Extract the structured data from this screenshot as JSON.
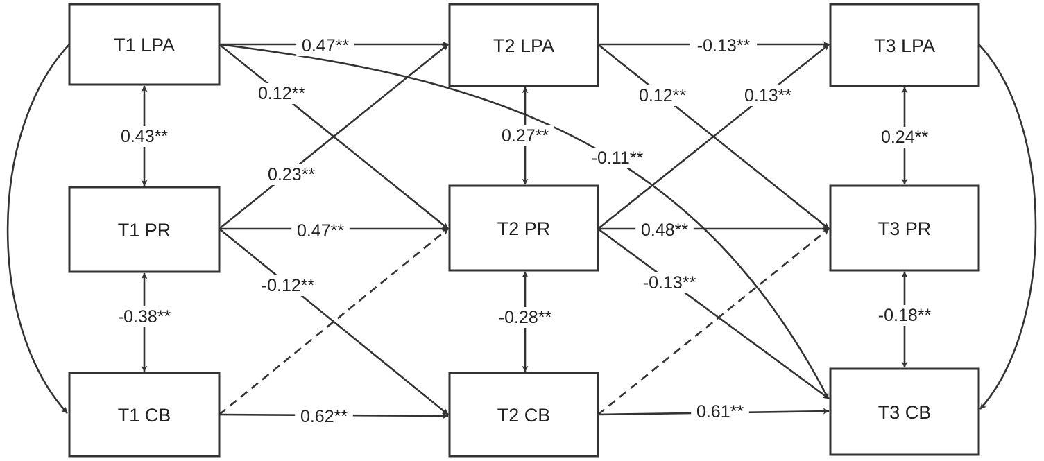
{
  "colors": {
    "stroke": "#333333",
    "text": "#222222",
    "background": "#ffffff"
  },
  "nodes": [
    {
      "id": "t1lpa",
      "label": "T1 LPA"
    },
    {
      "id": "t1pr",
      "label": "T1 PR"
    },
    {
      "id": "t1cb",
      "label": "T1 CB"
    },
    {
      "id": "t2lpa",
      "label": "T2 LPA"
    },
    {
      "id": "t2pr",
      "label": "T2 PR"
    },
    {
      "id": "t2cb",
      "label": "T2 CB"
    },
    {
      "id": "t3lpa",
      "label": "T3 LPA"
    },
    {
      "id": "t3pr",
      "label": "T3 PR"
    },
    {
      "id": "t3cb",
      "label": "T3 CB"
    }
  ],
  "edges": [
    {
      "id": "t1lpa-t2lpa",
      "from": "t1lpa",
      "to": "t2lpa",
      "label": "0.47**",
      "style": "solid"
    },
    {
      "id": "t1lpa-t2pr",
      "from": "t1lpa",
      "to": "t2pr",
      "label": "0.12**",
      "style": "solid"
    },
    {
      "id": "t1lpa-t3cb",
      "from": "t1lpa",
      "to": "t3cb",
      "label": "-0.11**",
      "style": "solid"
    },
    {
      "id": "t1lpa-t1cb",
      "from": "t1lpa",
      "to": "t1cb",
      "label": "",
      "style": "solid"
    },
    {
      "id": "t1lpa-t1pr",
      "from": "t1lpa",
      "to": "t1pr",
      "label": "0.43**",
      "style": "solid",
      "bidirectional": true
    },
    {
      "id": "t1pr-t1cb",
      "from": "t1pr",
      "to": "t1cb",
      "label": "-0.38**",
      "style": "solid",
      "bidirectional": true
    },
    {
      "id": "t1pr-t2lpa",
      "from": "t1pr",
      "to": "t2lpa",
      "label": "0.23**",
      "style": "solid"
    },
    {
      "id": "t1pr-t2pr",
      "from": "t1pr",
      "to": "t2pr",
      "label": "0.47**",
      "style": "solid"
    },
    {
      "id": "t1pr-t2cb",
      "from": "t1pr",
      "to": "t2cb",
      "label": "-0.12**",
      "style": "solid"
    },
    {
      "id": "t1cb-t2pr",
      "from": "t1cb",
      "to": "t2pr",
      "label": "",
      "style": "dashed"
    },
    {
      "id": "t1cb-t2cb",
      "from": "t1cb",
      "to": "t2cb",
      "label": "0.62**",
      "style": "solid"
    },
    {
      "id": "t2lpa-t2pr",
      "from": "t2lpa",
      "to": "t2pr",
      "label": "0.27**",
      "style": "solid",
      "bidirectional": true
    },
    {
      "id": "t2pr-t2cb",
      "from": "t2pr",
      "to": "t2cb",
      "label": "-0.28**",
      "style": "solid",
      "bidirectional": true
    },
    {
      "id": "t2lpa-t3lpa",
      "from": "t2lpa",
      "to": "t3lpa",
      "label": "-0.13**",
      "style": "solid"
    },
    {
      "id": "t2lpa-t3pr",
      "from": "t2lpa",
      "to": "t3pr",
      "label": "0.12**",
      "style": "solid"
    },
    {
      "id": "t2pr-t3lpa",
      "from": "t2pr",
      "to": "t3lpa",
      "label": "0.13**",
      "style": "solid"
    },
    {
      "id": "t2pr-t3pr",
      "from": "t2pr",
      "to": "t3pr",
      "label": "0.48**",
      "style": "solid"
    },
    {
      "id": "t2pr-t3cb",
      "from": "t2pr",
      "to": "t3cb",
      "label": "-0.13**",
      "style": "solid"
    },
    {
      "id": "t2cb-t3pr",
      "from": "t2cb",
      "to": "t3pr",
      "label": "",
      "style": "dashed"
    },
    {
      "id": "t2cb-t3cb",
      "from": "t2cb",
      "to": "t3cb",
      "label": "0.61**",
      "style": "solid"
    },
    {
      "id": "t3lpa-t3pr",
      "from": "t3lpa",
      "to": "t3pr",
      "label": "0.24**",
      "style": "solid",
      "bidirectional": true
    },
    {
      "id": "t3pr-t3cb",
      "from": "t3pr",
      "to": "t3cb",
      "label": "-0.18**",
      "style": "solid",
      "bidirectional": true
    },
    {
      "id": "t3lpa-t3cb",
      "from": "t3lpa",
      "to": "t3cb",
      "label": "",
      "style": "solid"
    }
  ]
}
